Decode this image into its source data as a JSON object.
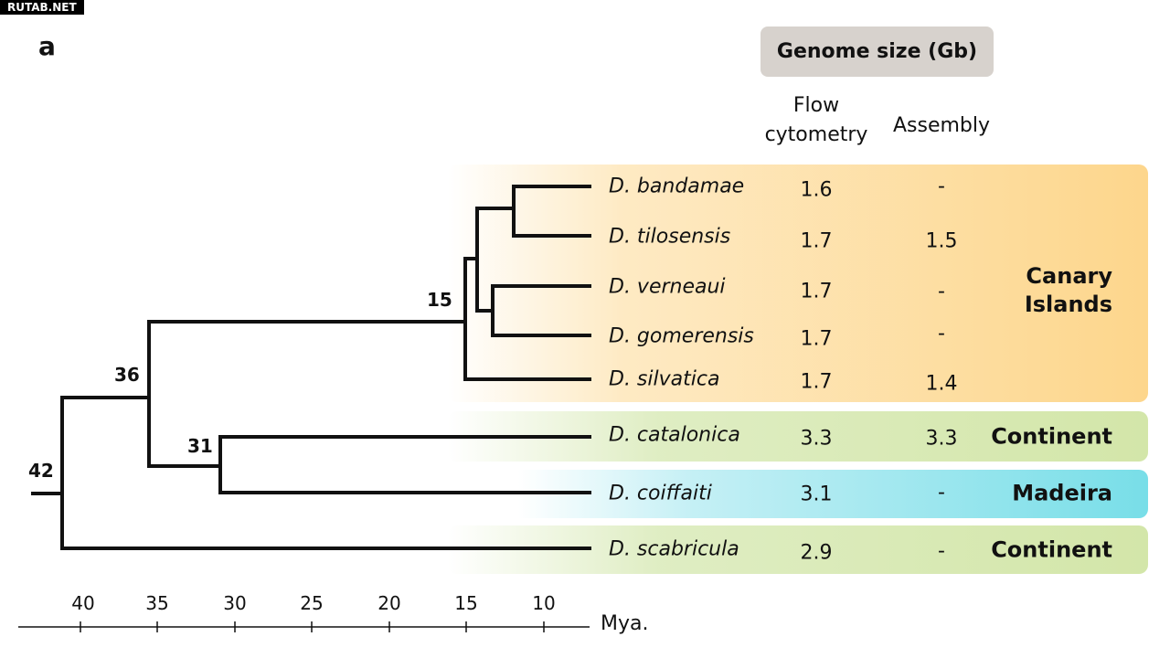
{
  "watermark": "RUTAB.NET",
  "panel_label": "a",
  "header": {
    "title": "Genome size (Gb)",
    "col_flow": [
      "Flow",
      "cytometry"
    ],
    "col_assembly": "Assembly"
  },
  "species": [
    {
      "name": "D. bandamae",
      "flow": "1.6",
      "assembly": "-"
    },
    {
      "name": "D. tilosensis",
      "flow": "1.7",
      "assembly": "1.5"
    },
    {
      "name": "D. verneaui",
      "flow": "1.7",
      "assembly": "-"
    },
    {
      "name": "D. gomerensis",
      "flow": "1.7",
      "assembly": "-"
    },
    {
      "name": "D. silvatica",
      "flow": "1.7",
      "assembly": "1.4"
    },
    {
      "name": "D. catalonica",
      "flow": "3.3",
      "assembly": "3.3"
    },
    {
      "name": "D. coiffaiti",
      "flow": "3.1",
      "assembly": "-"
    },
    {
      "name": "D. scabricula",
      "flow": "2.9",
      "assembly": "-"
    }
  ],
  "regions": {
    "canary": [
      "Canary",
      "Islands"
    ],
    "continent1": "Continent",
    "madeira": "Madeira",
    "continent2": "Continent"
  },
  "node_ages": [
    "42",
    "36",
    "31",
    "15"
  ],
  "axis": {
    "ticks": [
      "40",
      "35",
      "30",
      "25",
      "20",
      "15",
      "10"
    ],
    "unit": "Mya."
  },
  "colors": {
    "canary": "#fdd68c",
    "continent": "#d3e6a9",
    "madeira": "#78dee8",
    "header": "#d7d2cd"
  }
}
